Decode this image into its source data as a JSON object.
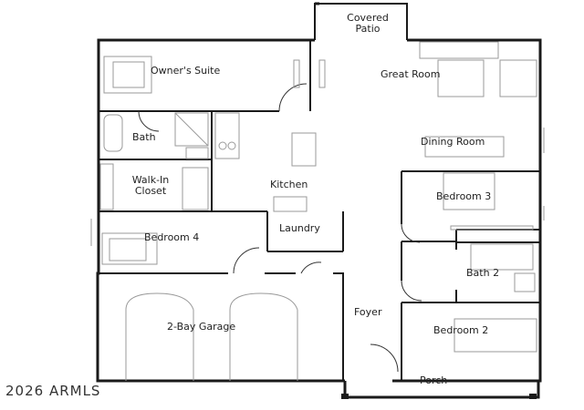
{
  "rooms": {
    "covered_patio": "Covered Patio",
    "owners_suite": "Owner's Suite",
    "great_room": "Great Room",
    "bath": "Bath",
    "dining_room": "Dining Room",
    "walk_in_closet": "Walk-In Closet",
    "kitchen": "Kitchen",
    "bedroom_3": "Bedroom 3",
    "laundry": "Laundry",
    "bedroom_4": "Bedroom 4",
    "bath_2": "Bath 2",
    "foyer": "Foyer",
    "two_bay_garage": "2-Bay Garage",
    "bedroom_2": "Bedroom 2",
    "porch": "Porch"
  },
  "watermark": "2026 ARMLS",
  "colors": {
    "wall": "#1a1a1a",
    "fixture": "#9a9a9a",
    "background": "#ffffff"
  }
}
